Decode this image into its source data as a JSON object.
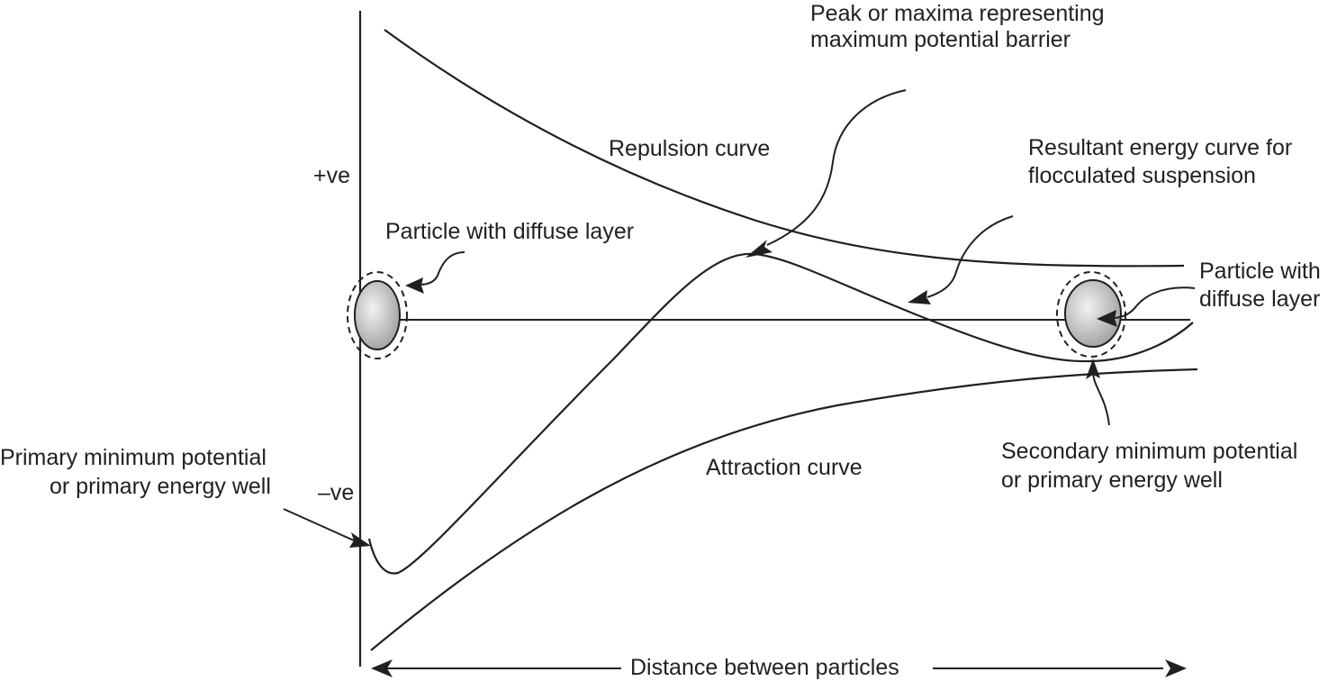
{
  "axes": {
    "y_positive": "+ve",
    "y_negative": "–ve",
    "x_label": "Distance between particles"
  },
  "labels": {
    "peak_line1": "Peak or maxima representing",
    "peak_line2": "maximum potential barrier",
    "repulsion": "Repulsion curve",
    "resultant_line1": "Resultant energy curve for",
    "resultant_line2": "flocculated suspension",
    "particle_left": "Particle with diffuse layer",
    "particle_right_line1": "Particle with",
    "particle_right_line2": "diffuse layer",
    "primary_line1": "Primary minimum potential",
    "primary_line2": "or primary energy well",
    "attraction": "Attraction curve",
    "secondary_line1": "Secondary minimum potential",
    "secondary_line2": "or primary energy well"
  },
  "colors": {
    "ink": "#231f20",
    "particle_fill_light": "#f2f2f2",
    "particle_fill_dark": "#9a9a9a"
  }
}
